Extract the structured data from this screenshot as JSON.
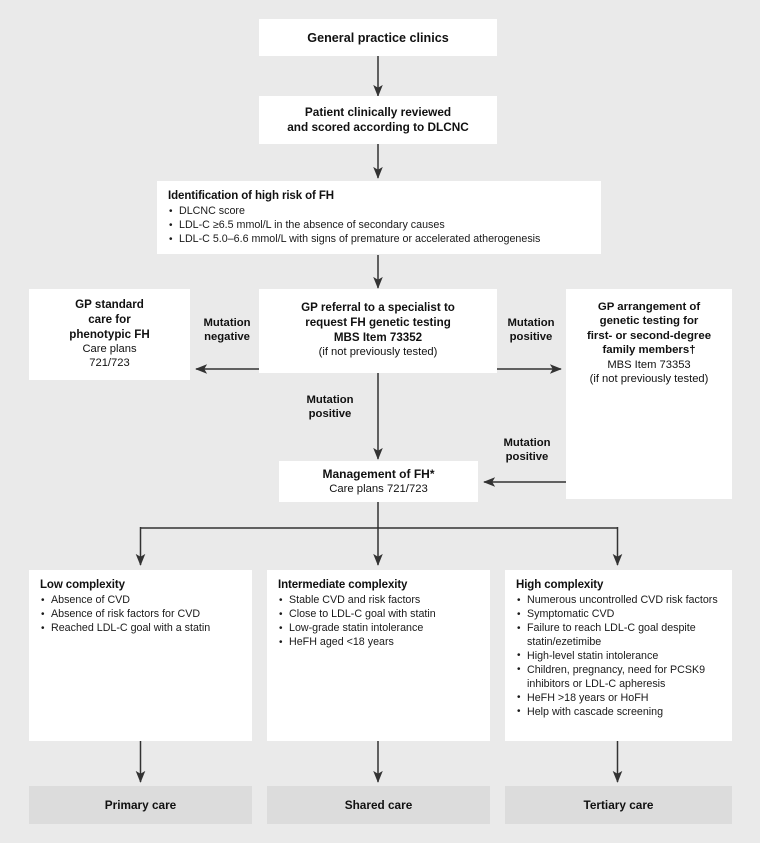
{
  "page": {
    "background_color": "#eaeaea",
    "box_color": "#ffffff",
    "gray_box_color": "#dcdcdc",
    "line_color": "#333333"
  },
  "nodes": {
    "start": {
      "title": "General practice clinics"
    },
    "review": {
      "line1": "Patient clinically reviewed",
      "line2": "and scored according to DLCNC"
    },
    "identification": {
      "heading": "Identification of high risk of FH",
      "bullets": [
        "DLCNC score",
        "LDL-C ≥6.5 mmol/L in the absence of secondary causes",
        "LDL-C 5.0–6.6 mmol/L with signs of premature or accelerated atherogenesis"
      ]
    },
    "gp_standard_care": {
      "line1": "GP standard",
      "line2": "care for",
      "line3": "phenotypic FH",
      "sub1": "Care plans",
      "sub2": "721/723"
    },
    "gp_referral": {
      "line1": "GP referral to a specialist to",
      "line2": "request FH genetic testing",
      "line3": "MBS Item 73352",
      "sub1": "(if not previously tested)"
    },
    "gp_arrangement": {
      "line1": "GP arrangement of",
      "line2": "genetic testing for",
      "line3": "first- or second-degree",
      "line4": "family members†",
      "sub1": "MBS Item 73353",
      "sub2": "(if not previously tested)"
    },
    "management": {
      "line1": "Management of FH*",
      "sub1": "Care plans 721/723"
    },
    "low_complexity": {
      "heading": "Low complexity",
      "bullets": [
        "Absence of CVD",
        "Absence of risk factors for CVD",
        "Reached LDL-C goal with a statin"
      ]
    },
    "intermediate_complexity": {
      "heading": "Intermediate complexity",
      "bullets": [
        "Stable CVD and risk factors",
        "Close to LDL-C goal with statin",
        "Low-grade statin intolerance",
        "HeFH aged <18 years"
      ]
    },
    "high_complexity": {
      "heading": "High complexity",
      "bullets": [
        "Numerous uncontrolled CVD risk factors",
        "Symptomatic CVD",
        "Failure to reach LDL-C goal despite statin/ezetimibe",
        "High-level statin intolerance",
        "Children, pregnancy, need for PCSK9 inhibitors or LDL-C apheresis",
        "HeFH >18 years or HoFH",
        "Help with cascade screening"
      ]
    },
    "primary_care": {
      "title": "Primary care"
    },
    "shared_care": {
      "title": "Shared care"
    },
    "tertiary_care": {
      "title": "Tertiary care"
    }
  },
  "edges": {
    "mutation_negative": "Mutation\nnegative",
    "mutation_positive_right": "Mutation\npositive",
    "mutation_positive_down": "Mutation\npositive",
    "mutation_positive_back": "Mutation\npositive"
  }
}
